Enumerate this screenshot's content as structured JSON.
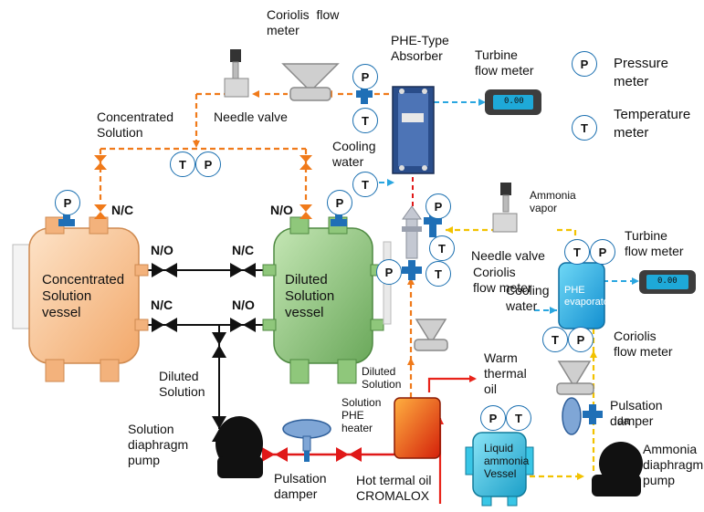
{
  "legend": {
    "pressure_symbol": "P",
    "pressure_label": "Pressure\nmeter",
    "temperature_symbol": "T",
    "temperature_label": "Temperature\nmeter"
  },
  "labels": {
    "coriolis_top": "Coriolis  flow\nmeter",
    "phe_absorber": "PHE-Type\nAbsorber",
    "turbine_top": "Turbine\nflow meter",
    "needle_valve_top": "Needle valve",
    "concentrated_solution": "Concentrated\nSolution",
    "cooling_water_top": "Cooling\nwater",
    "ammonia_vapor": "Ammonia\nvapor",
    "needle_valve_mid": "Needle valve",
    "turbine_right": "Turbine\nflow meter",
    "coriolis_mid": "Coriolis\nflow meter",
    "cooling_water_right": "Cooling\nwater",
    "phe_evaporator": "PHE\nevaporator",
    "coriolis_right": "Coriolis\nflow meter",
    "warm_thermal_oil": "Warm\nthermal\noil",
    "diluted_solution_small": "Diluted\nSolution",
    "solution_phe_heater": "Solution\nPHE\nheater",
    "diluted_solution_left": "Diluted\nSolution",
    "solution_pump": "Solution\ndiaphragm\npump",
    "pulsation_damper_left": "Pulsation\ndamper",
    "hot_oil": "Hot termal oil\nCROMALOX",
    "liquid_ammonia_vessel": "Liquid\nammonia\nVessel",
    "pulsation_damper_right": "Pulsation\ndamper",
    "ammonia_pump": "Ammonia\ndiaphragm\npump",
    "concentrated_vessel": "Concentrated\nSolution\nvessel",
    "diluted_vessel": "Diluted\nSolution\nvessel"
  },
  "valve_states": {
    "nc": "N/C",
    "no": "N/O",
    "da": "da"
  },
  "instruments": {
    "p": "P",
    "t": "T"
  },
  "display_value": "0.00",
  "colors": {
    "orange_flow": "#f07a1a",
    "blue_flow": "#2aa6e0",
    "yellow_flow": "#f2c200",
    "hot_oil": "#e8231a",
    "fitting_blue": "#1f6fb6",
    "valve_red": "#e01818",
    "concentrated_vessel": "#f8c79a",
    "diluted_vessel": "#8fc77b",
    "ammonia_vessel": "#39c6e6",
    "heater": "#e83a10",
    "absorber": "#2a4d8a"
  }
}
